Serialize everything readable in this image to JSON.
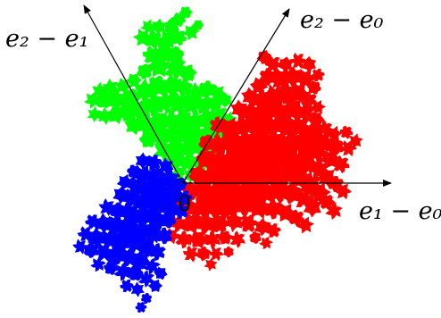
{
  "labels": {
    "axis_e2_minus_e1": "e₂ − e₁",
    "axis_e2_minus_e0": "e₂ − e₀",
    "axis_e1_minus_e0": "e₁ − e₀",
    "origin": "0"
  },
  "colors": {
    "tile_green": "#00ff00",
    "tile_red": "#ff0000",
    "tile_blue": "#0000ff",
    "axes": "#000000"
  }
}
